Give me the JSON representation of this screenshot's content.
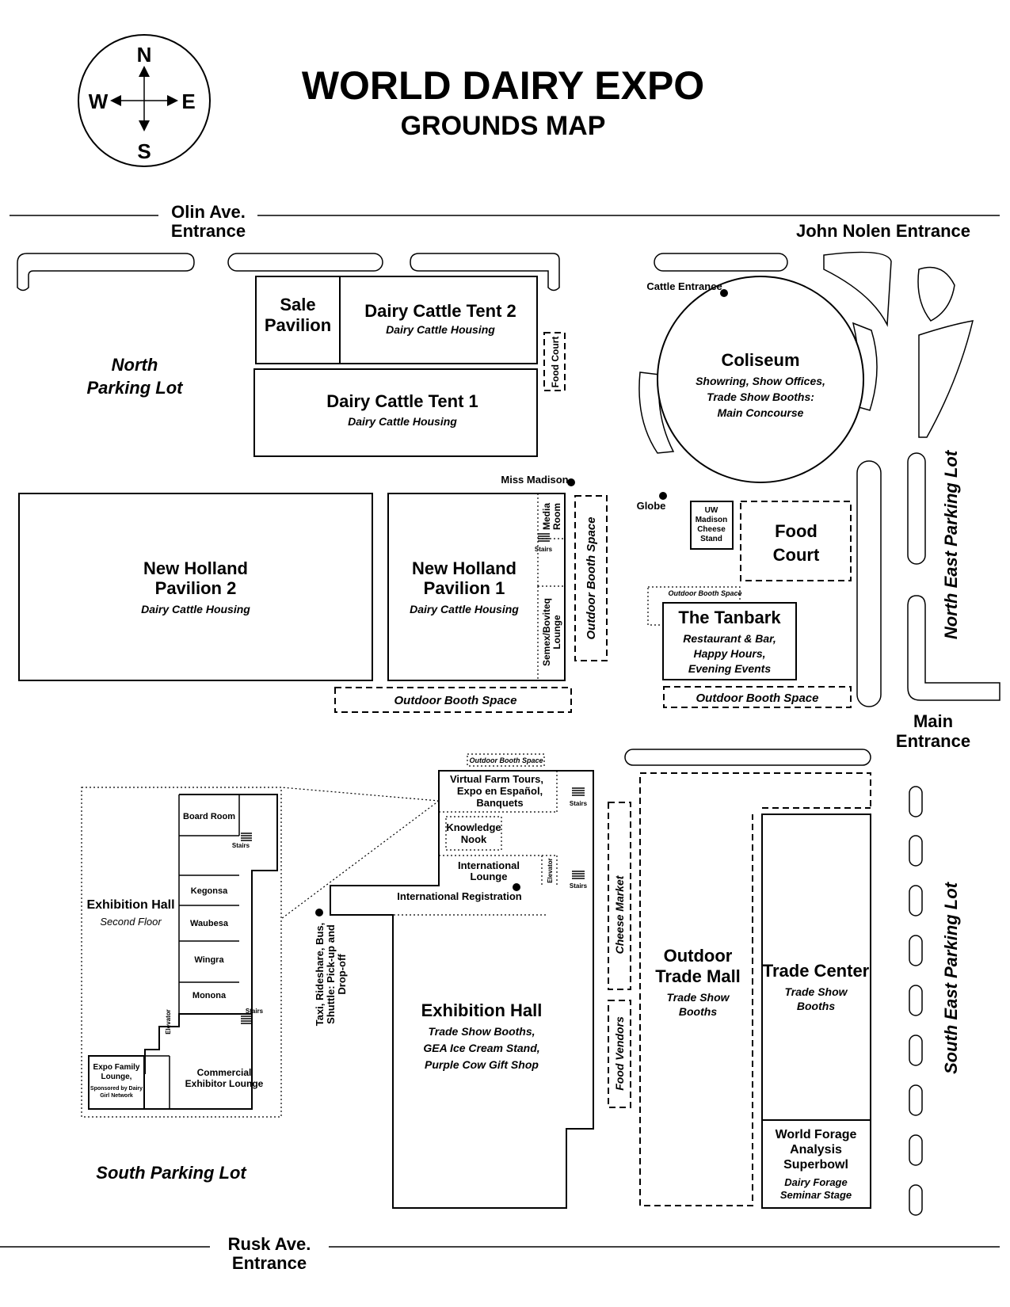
{
  "header": {
    "title": "WORLD DAIRY EXPO",
    "subtitle": "GROUNDS MAP"
  },
  "compass": {
    "n": "N",
    "s": "S",
    "e": "E",
    "w": "W"
  },
  "entrances": {
    "olin": [
      "Olin Ave.",
      "Entrance"
    ],
    "john_nolen": "John Nolen Entrance",
    "main": [
      "Main",
      "Entrance"
    ],
    "rusk": [
      "Rusk Ave.",
      "Entrance"
    ],
    "cattle": "Cattle Entrance"
  },
  "lots": {
    "north": [
      "North",
      "Parking Lot"
    ],
    "north_east": "North East Parking Lot",
    "south_east": "South East Parking Lot",
    "south": "South Parking Lot"
  },
  "buildings": {
    "sale_pavilion": [
      "Sale",
      "Pavilion"
    ],
    "tent2": {
      "name": "Dairy Cattle Tent 2",
      "desc": "Dairy Cattle Housing"
    },
    "tent1": {
      "name": "Dairy Cattle Tent 1",
      "desc": "Dairy Cattle Housing"
    },
    "food_court_small": "Food Court",
    "coliseum": {
      "name": "Coliseum",
      "desc": [
        "Showring, Show Offices,",
        "Trade Show Booths:",
        "Main Concourse"
      ]
    },
    "miss_madison": "Miss Madison",
    "globe": "Globe",
    "nh2": {
      "name": [
        "New Holland",
        "Pavilion 2"
      ],
      "desc": "Dairy Cattle Housing"
    },
    "nh1": {
      "name": [
        "New Holland",
        "Pavilion 1"
      ],
      "desc": "Dairy Cattle Housing"
    },
    "media_room": [
      "Media",
      "Room"
    ],
    "stairs": "Stairs",
    "semex": [
      "Semex/Boviteq",
      "Lounge"
    ],
    "outdoor_booth_space": "Outdoor Booth Space",
    "uw_cheese": [
      "UW",
      "Madison",
      "Cheese",
      "Stand"
    ],
    "food_court_big": [
      "Food",
      "Court"
    ],
    "tanbark": {
      "name": "The Tanbark",
      "desc": [
        "Restaurant & Bar,",
        "Happy Hours,",
        "Evening Events"
      ]
    },
    "virtual_farm": [
      "Virtual Farm Tours,",
      "Expo en Español,",
      "Banquets"
    ],
    "knowledge_nook": [
      "Knowledge",
      "Nook"
    ],
    "international_lounge": [
      "International",
      "Lounge"
    ],
    "elevator": "Elevator",
    "international_registration": "International Registration",
    "taxi": [
      "Taxi, Rideshare, Bus,",
      "Shuttle: Pick-up and",
      "Drop-off"
    ],
    "exhibition_hall": {
      "name": "Exhibition Hall",
      "desc": [
        "Trade Show Booths,",
        "GEA Ice Cream Stand,",
        "Purple Cow Gift Shop"
      ]
    },
    "cheese_market": "Cheese Market",
    "food_vendors": "Food Vendors",
    "outdoor_trade_mall": {
      "name": [
        "Outdoor",
        "Trade Mall"
      ],
      "desc": [
        "Trade Show",
        "Booths"
      ]
    },
    "trade_center": {
      "name": "Trade Center",
      "desc": [
        "Trade Show",
        "Booths"
      ]
    },
    "world_forage": {
      "name": [
        "World Forage",
        "Analysis",
        "Superbowl"
      ],
      "desc": [
        "Dairy Forage",
        "Seminar Stage"
      ]
    }
  },
  "inset": {
    "title": "Exhibition Hall",
    "subtitle": "Second Floor",
    "rooms": [
      "Board Room",
      "Kegonsa",
      "Waubesa",
      "Wingra",
      "Monona"
    ],
    "expo_family": [
      "Expo Family",
      "Lounge,"
    ],
    "sponsor": [
      "Sponsored by Dairy",
      "Girl Network"
    ],
    "commercial": [
      "Commercial",
      "Exhibitor Lounge"
    ]
  }
}
